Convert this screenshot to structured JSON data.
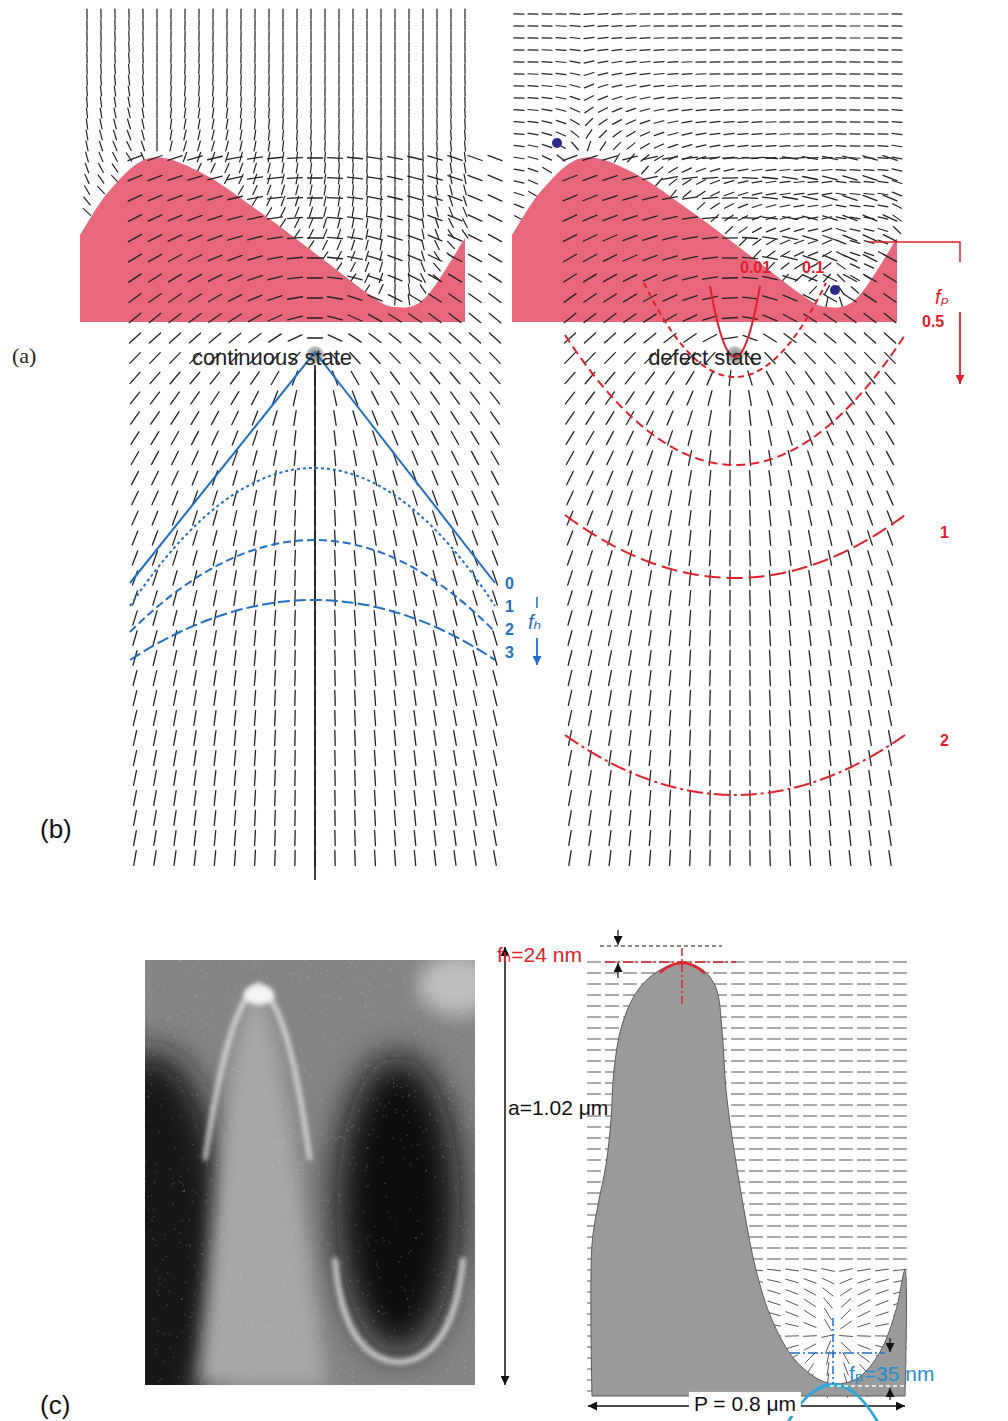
{
  "diagram": {
    "labels": [
      "continuous state",
      "defect state",
      "(a)",
      "(b)",
      "0",
      "1",
      "2",
      "3",
      "fₕ",
      "0.01",
      "0.1",
      "0.5",
      "1",
      "2",
      "fₚ",
      "(c)",
      "fₕ=24 nm",
      "a=1.02 μm",
      "fₚ=35 nm",
      "P = 0.8 μm"
    ]
  }
}
